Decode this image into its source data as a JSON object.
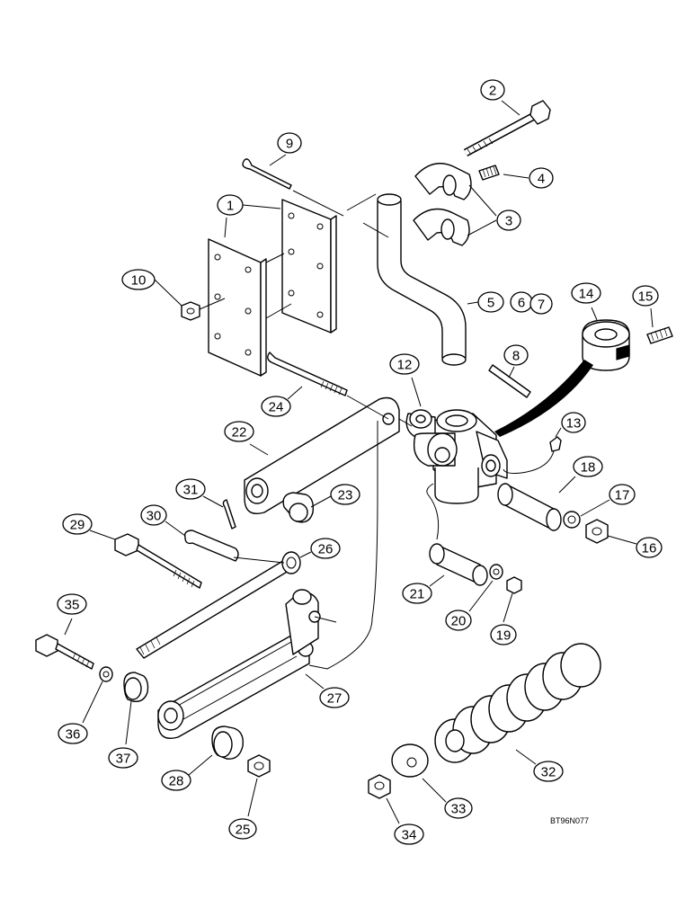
{
  "drawing_id": "BT96N077",
  "callouts": [
    {
      "label": "1"
    },
    {
      "label": "2"
    },
    {
      "label": "3"
    },
    {
      "label": "4"
    },
    {
      "label": "5"
    },
    {
      "label": "6"
    },
    {
      "label": "7"
    },
    {
      "label": "8"
    },
    {
      "label": "9"
    },
    {
      "label": "10"
    },
    {
      "label": "12"
    },
    {
      "label": "13"
    },
    {
      "label": "14"
    },
    {
      "label": "15"
    },
    {
      "label": "16"
    },
    {
      "label": "17"
    },
    {
      "label": "18"
    },
    {
      "label": "19"
    },
    {
      "label": "20"
    },
    {
      "label": "21"
    },
    {
      "label": "22"
    },
    {
      "label": "23"
    },
    {
      "label": "24"
    },
    {
      "label": "25"
    },
    {
      "label": "26"
    },
    {
      "label": "27"
    },
    {
      "label": "28"
    },
    {
      "label": "29"
    },
    {
      "label": "30"
    },
    {
      "label": "31"
    },
    {
      "label": "32"
    },
    {
      "label": "33"
    },
    {
      "label": "34"
    },
    {
      "label": "35"
    },
    {
      "label": "36"
    },
    {
      "label": "37"
    }
  ]
}
